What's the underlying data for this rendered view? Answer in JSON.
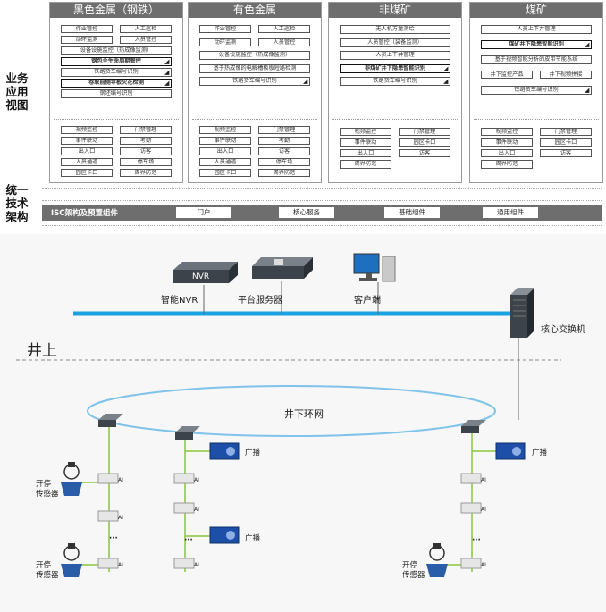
{
  "side_labels": {
    "business": "业务\n应用\n视图",
    "tech": "统一\n技术\n架构"
  },
  "columns": [
    {
      "title": "黑色金属（钢铁）",
      "top_rows": [
        [
          "作业管控",
          "人工巡检"
        ],
        [
          "动环监测",
          "人员管控"
        ],
        [
          "设备设施监控（热成像监测）"
        ],
        [
          "钢包全生命周期管控"
        ],
        [
          "铁路货车编号识别"
        ],
        [
          "卷取前侧导板火花检测"
        ],
        [
          "钢坯编号识别"
        ]
      ],
      "bottom_rows": [
        [
          "视频监控",
          "门禁管理"
        ],
        [
          "事件联动",
          "考勤"
        ],
        [
          "出入口",
          "访客"
        ],
        [
          "人员通道",
          "停车场"
        ],
        [
          "园区卡口",
          "周界防范"
        ]
      ]
    },
    {
      "title": "有色金属",
      "top_rows": [
        [
          "作业管控",
          "人工巡检"
        ],
        [
          "动环监测",
          "人员管控"
        ],
        [
          "设备设施监控（热成像监测）"
        ],
        [
          "基于热成像的电解槽极板短路检测"
        ],
        [
          "铁路货车编号识别"
        ]
      ],
      "bottom_rows": [
        [
          "视频监控",
          "门禁管理"
        ],
        [
          "事件联动",
          "考勤"
        ],
        [
          "出入口",
          "访客"
        ],
        [
          "人员通道",
          "停车场"
        ],
        [
          "园区卡口",
          "周界防范"
        ]
      ]
    },
    {
      "title": "非煤矿",
      "top_rows": [
        [
          "无人机方量测绘"
        ],
        [
          "人员管控（装备监测）"
        ],
        [
          "人员上下井管理"
        ],
        [
          "非煤矿井下隐患智能识别"
        ],
        [
          "铁路货车编号识别"
        ]
      ],
      "bottom_rows": [
        [
          "视频监控",
          "门禁管理"
        ],
        [
          "事件联动",
          "园区卡口"
        ],
        [
          "出入口",
          "访客"
        ],
        [
          "周界防范"
        ]
      ]
    },
    {
      "title": "煤矿",
      "top_rows": [
        [
          "人员上下井管理"
        ],
        [
          "煤矿井下隐患智能识别"
        ],
        [
          "基于视频智能分析的皮带节能系统"
        ],
        [
          "井下监控产品",
          "井下视频拼接"
        ],
        [
          "铁路货车编号识别"
        ]
      ],
      "bottom_rows": [
        [
          "视频监控",
          "门禁管理"
        ],
        [
          "事件联动",
          "园区卡口"
        ],
        [
          "出入口",
          "访客"
        ],
        [
          "周界防范"
        ]
      ]
    }
  ],
  "tech_bar": {
    "title": "ISC架构及预置组件",
    "items": [
      "门户",
      "核心服务",
      "基础组件",
      "通用组件"
    ]
  },
  "network": {
    "nvr_label": "智能NVR",
    "nvr_badge": "NVR",
    "server_label": "平台服务器",
    "client_label": "客户端",
    "core_switch_label": "核心交换机",
    "above_ground": "井上",
    "ring_label": "井下环网",
    "broadcast_label": "广播",
    "sensor_label": "开停\n传感器",
    "ellipsis": "···",
    "camera_tag": "AI"
  },
  "colors": {
    "header_gray": "#6e6e6e",
    "backbone_blue": "#1aa3e0",
    "broadcast_blue": "#1d4fa8",
    "sensor_blue": "#2a5da8",
    "device_dark": "#444a52"
  }
}
